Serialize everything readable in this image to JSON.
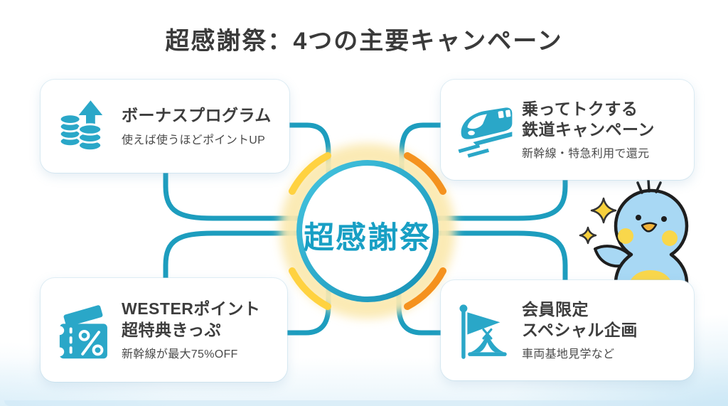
{
  "page_title": "超感謝祭：4つの主要キャンペーン",
  "center": {
    "label": "超感謝祭"
  },
  "cards": [
    {
      "name": "bonus-program",
      "icon": "coins-up-arrow-icon",
      "title_lines": [
        "ボーナスプログラム"
      ],
      "subtitle": "使えば使うほどポイントUP"
    },
    {
      "name": "railway-campaign",
      "icon": "bullet-train-icon",
      "title_lines": [
        "乗ってトクする",
        "鉄道キャンペーン"
      ],
      "subtitle": "新幹線・特急利用で還元"
    },
    {
      "name": "wester-point-ticket",
      "icon": "discount-ticket-icon",
      "title_lines": [
        "WESTERポイント",
        "超特典きっぷ"
      ],
      "subtitle": "新幹線が最大75%OFF"
    },
    {
      "name": "members-only-special",
      "icon": "flag-tent-icon",
      "title_lines": [
        "会員限定",
        "スペシャル企画"
      ],
      "subtitle": "車両基地見学など"
    }
  ],
  "mascot": {
    "name": "blue-bird-mascot"
  },
  "colors": {
    "teal_icon": "#2aa7c8",
    "teal_line": "#1d9dbe",
    "ring_teal": "#1f9fc2",
    "glow_yellow": "#fbe9b0",
    "arc_yellow": "#ffd240",
    "arc_orange": "#f5921e",
    "title_text": "#3a3a3a",
    "center_text": "#189fc4",
    "mascot_blue": "#a8d8f4",
    "mascot_yellow": "#f9d74b",
    "card_bg": "#ffffff"
  }
}
